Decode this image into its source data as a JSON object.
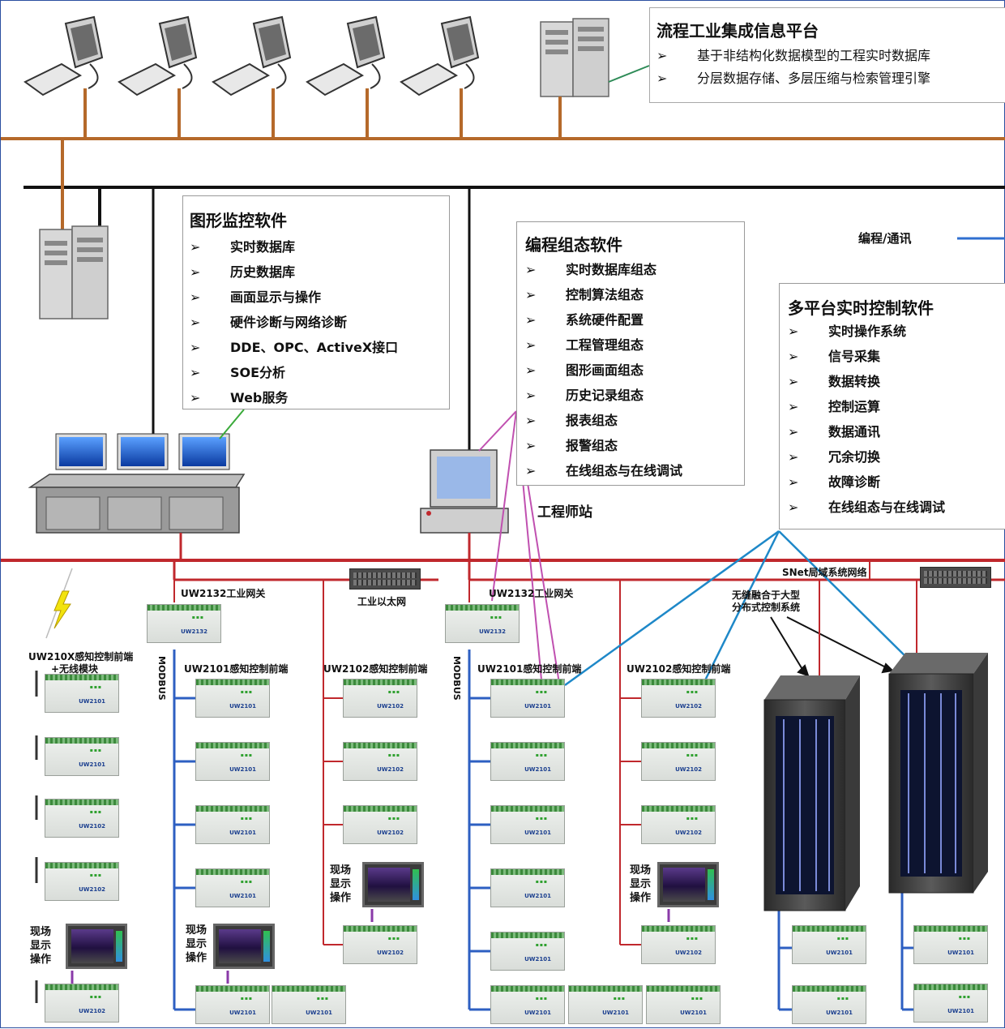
{
  "platform": {
    "title": "流程工业集成信息平台",
    "items": [
      "基于非结构化数据模型的工程实时数据库",
      "分层数据存储、多层压缩与检索管理引擎"
    ]
  },
  "monitor_software": {
    "title": "图形监控软件",
    "items": [
      "实时数据库",
      "历史数据库",
      "画面显示与操作",
      "硬件诊断与网络诊断",
      "DDE、OPC、ActiveX接口",
      "SOE分析",
      "Web服务"
    ]
  },
  "config_software": {
    "title": "编程组态软件",
    "items": [
      "实时数据库组态",
      "控制算法组态",
      "系统硬件配置",
      "工程管理组态",
      "图形画面组态",
      "历史记录组态",
      "报表组态",
      "报警组态",
      "在线组态与在线调试"
    ]
  },
  "control_software": {
    "title": "多平台实时控制软件",
    "items": [
      "实时操作系统",
      "信号采集",
      "数据转换",
      "控制运算",
      "数据通讯",
      "冗余切换",
      "故障诊断",
      "在线组态与在线调试"
    ]
  },
  "legend": {
    "label": "编程/通讯",
    "color": "#2f6fd0"
  },
  "labels": {
    "engineer_station": "工程师站",
    "snet": "SNet局域系统网络",
    "ethernet": "工业以太网",
    "gateway_1": "UW2132工业网关",
    "gateway_2": "UW2132工业网关",
    "modbus": "MODBUS",
    "front_wireless_1": "UW210X感知控制前端",
    "front_wireless_2": "+无线模块",
    "front_2101_a": "UW2101感知控制前端",
    "front_2102_a": "UW2102感知控制前端",
    "front_2101_b": "UW2101感知控制前端",
    "front_2102_b": "UW2102感知控制前端",
    "dcs_1": "无缝融合于大型",
    "dcs_2": "分布式控制系统",
    "hmi_label": [
      "现场",
      "显示",
      "操作"
    ]
  },
  "module_models": {
    "m2101": "UW2101",
    "m2102": "UW2102",
    "m2132": "UW2132"
  },
  "colors": {
    "brown_bus": "#b5692a",
    "black_bus": "#111111",
    "red_bus": "#c0282d",
    "modbus_bus": "#2d5fc2",
    "config_link": "#c050b0",
    "comm_link": "#1e88c8",
    "monitor_link": "#3aaa3a"
  }
}
